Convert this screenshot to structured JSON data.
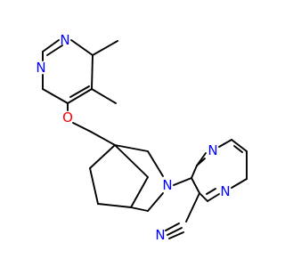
{
  "molecule": {
    "colors": {
      "bond": "#000000",
      "nitrogen": "#0000ff",
      "oxygen": "#ff0000",
      "background": "#ffffff"
    },
    "atoms": [
      {
        "id": "n_pym_top",
        "label": "N",
        "element": "nitrogen"
      },
      {
        "id": "n_pym_left",
        "label": "N",
        "element": "nitrogen"
      },
      {
        "id": "o_ether",
        "label": "O",
        "element": "oxygen"
      },
      {
        "id": "n_pyrrolidine",
        "label": "N",
        "element": "nitrogen"
      },
      {
        "id": "n_pyz_top",
        "label": "N",
        "element": "nitrogen"
      },
      {
        "id": "n_pyz_bottom",
        "label": "N",
        "element": "nitrogen"
      },
      {
        "id": "n_nitrile",
        "label": "N",
        "element": "nitrogen"
      }
    ]
  }
}
